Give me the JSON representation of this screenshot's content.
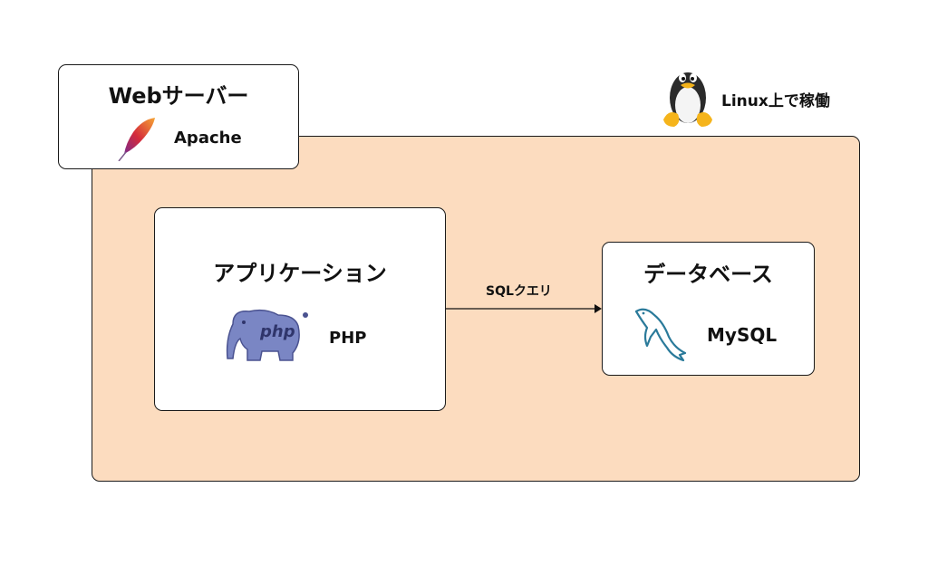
{
  "environment": {
    "os_label": "Linux上で稼働",
    "os_icon": "tux-penguin-icon",
    "zone_color": "#fcdcbf"
  },
  "web_server": {
    "title": "Webサーバー",
    "software": "Apache",
    "icon": "apache-feather-icon"
  },
  "application": {
    "title": "アプリケーション",
    "software": "PHP",
    "icon": "php-elephant-icon"
  },
  "connection": {
    "label": "SQLクエリ",
    "from": "application",
    "to": "database"
  },
  "database": {
    "title": "データベース",
    "software": "MySQL",
    "icon": "mysql-dolphin-icon"
  }
}
